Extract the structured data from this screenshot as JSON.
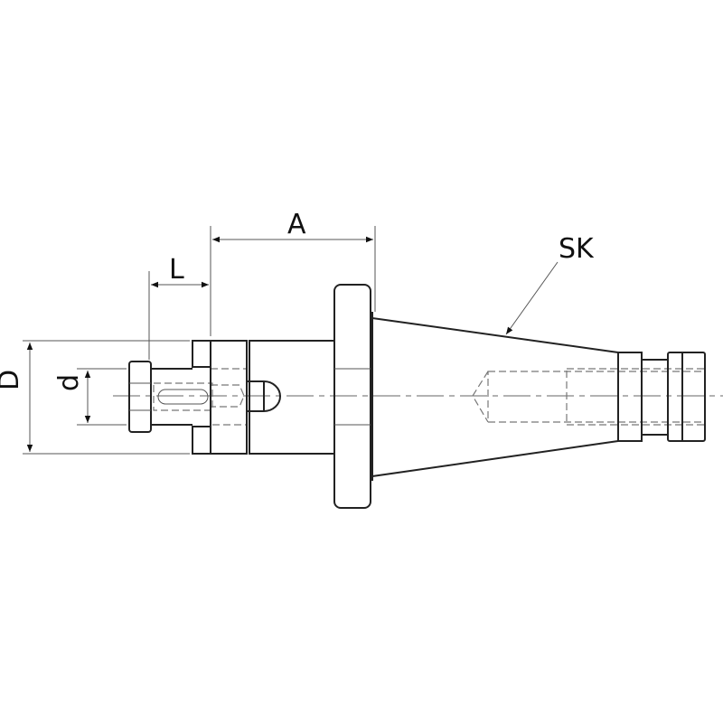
{
  "labels": {
    "A": "A",
    "L": "L",
    "D": "D",
    "d": "d",
    "SK": "SK"
  },
  "colors": {
    "line": "#222222",
    "background": "#ffffff"
  }
}
